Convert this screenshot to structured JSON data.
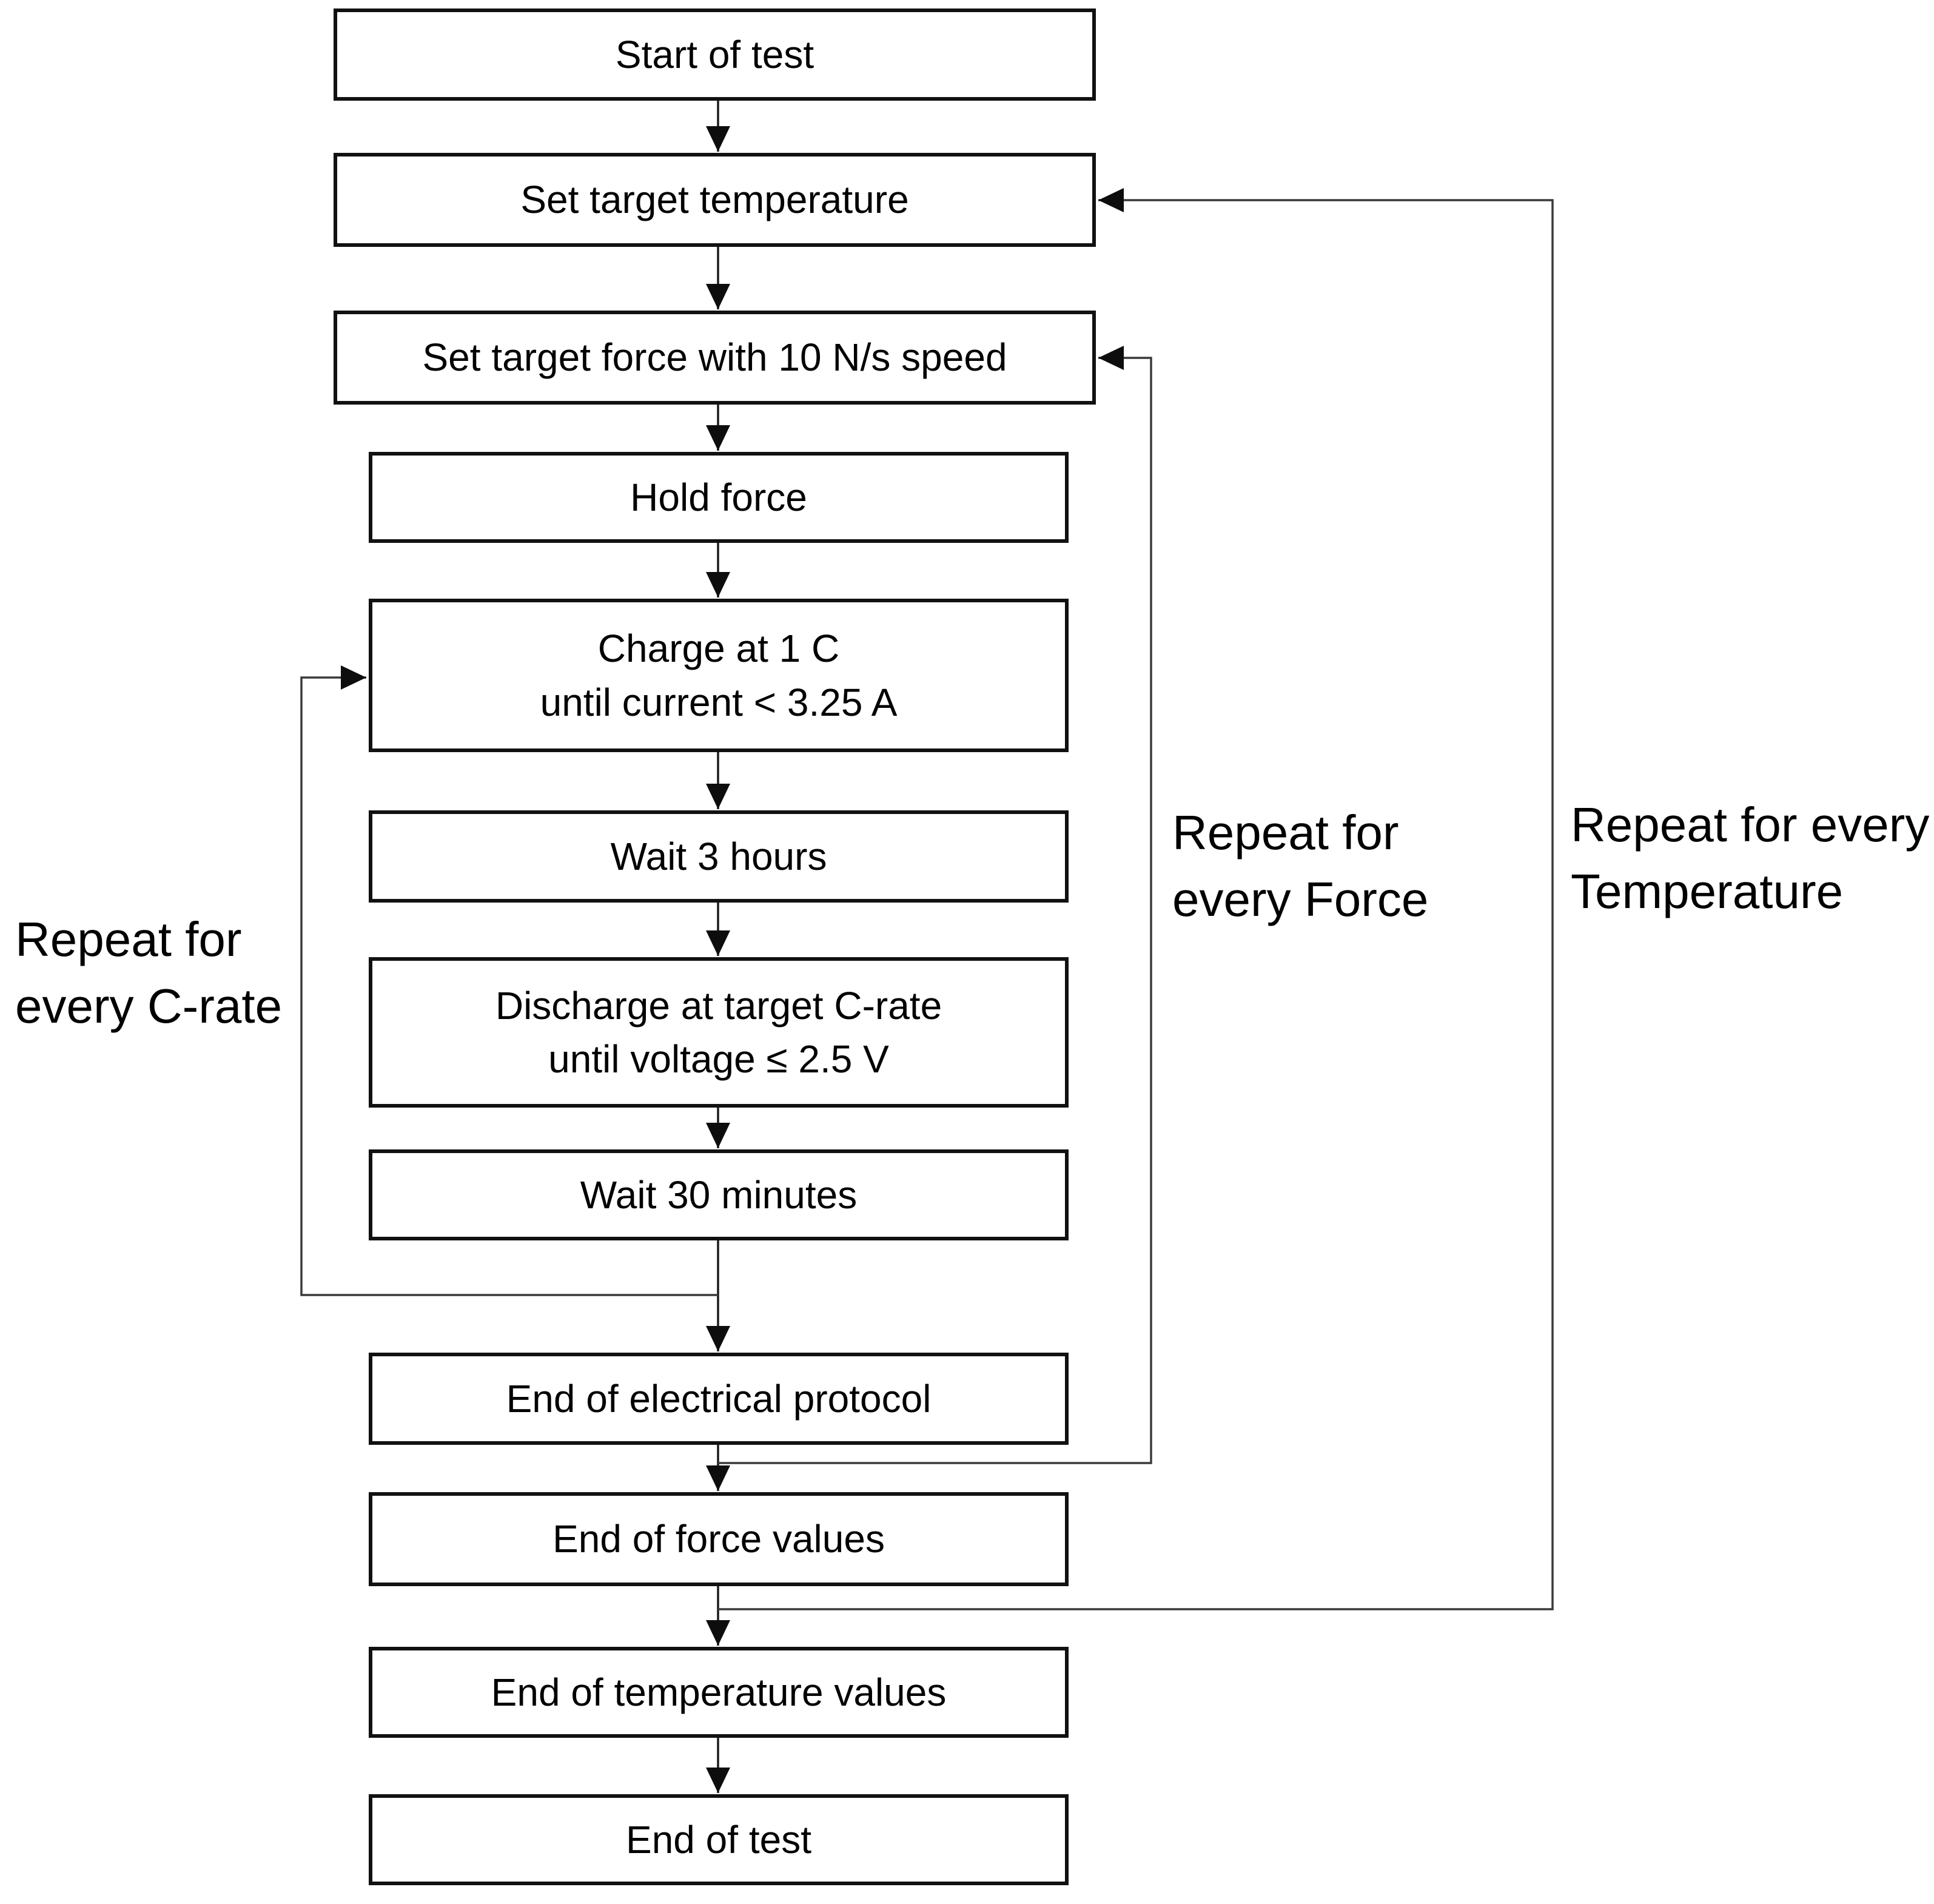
{
  "flowchart": {
    "nodes": [
      {
        "id": "start",
        "lines": [
          "Start of test",
          ""
        ]
      },
      {
        "id": "set-temperature",
        "lines": [
          "Set target temperature",
          ""
        ]
      },
      {
        "id": "set-force",
        "lines": [
          "Set target force with 10 N/s speed",
          ""
        ]
      },
      {
        "id": "hold-force",
        "lines": [
          "Hold force",
          ""
        ]
      },
      {
        "id": "charge",
        "lines": [
          "Charge at 1 C",
          "until current < 3.25 A"
        ]
      },
      {
        "id": "wait-3-hours",
        "lines": [
          "Wait 3 hours",
          ""
        ]
      },
      {
        "id": "discharge",
        "lines": [
          "Discharge at target C-rate",
          "until voltage ≤ 2.5 V"
        ]
      },
      {
        "id": "wait-30-minutes",
        "lines": [
          "Wait 30 minutes",
          ""
        ]
      },
      {
        "id": "end-electrical",
        "lines": [
          "End of electrical protocol",
          ""
        ]
      },
      {
        "id": "end-force",
        "lines": [
          "End of force values",
          ""
        ]
      },
      {
        "id": "end-temperature",
        "lines": [
          "End of temperature values",
          ""
        ]
      },
      {
        "id": "end-test",
        "lines": [
          "End of test",
          ""
        ]
      }
    ],
    "loop_labels": [
      {
        "id": "c-rate",
        "lines": [
          "Repeat for",
          "every C-rate"
        ]
      },
      {
        "id": "force",
        "lines": [
          "Repeat for",
          "every Force"
        ]
      },
      {
        "id": "temperature",
        "lines": [
          "Repeat for every",
          "Temperature"
        ]
      }
    ],
    "colors": {
      "box_border": "#111111",
      "connector_line": "#1a1a1a",
      "loop_line": "#3a3a3a",
      "text": "#000000",
      "background": "#ffffff"
    }
  }
}
